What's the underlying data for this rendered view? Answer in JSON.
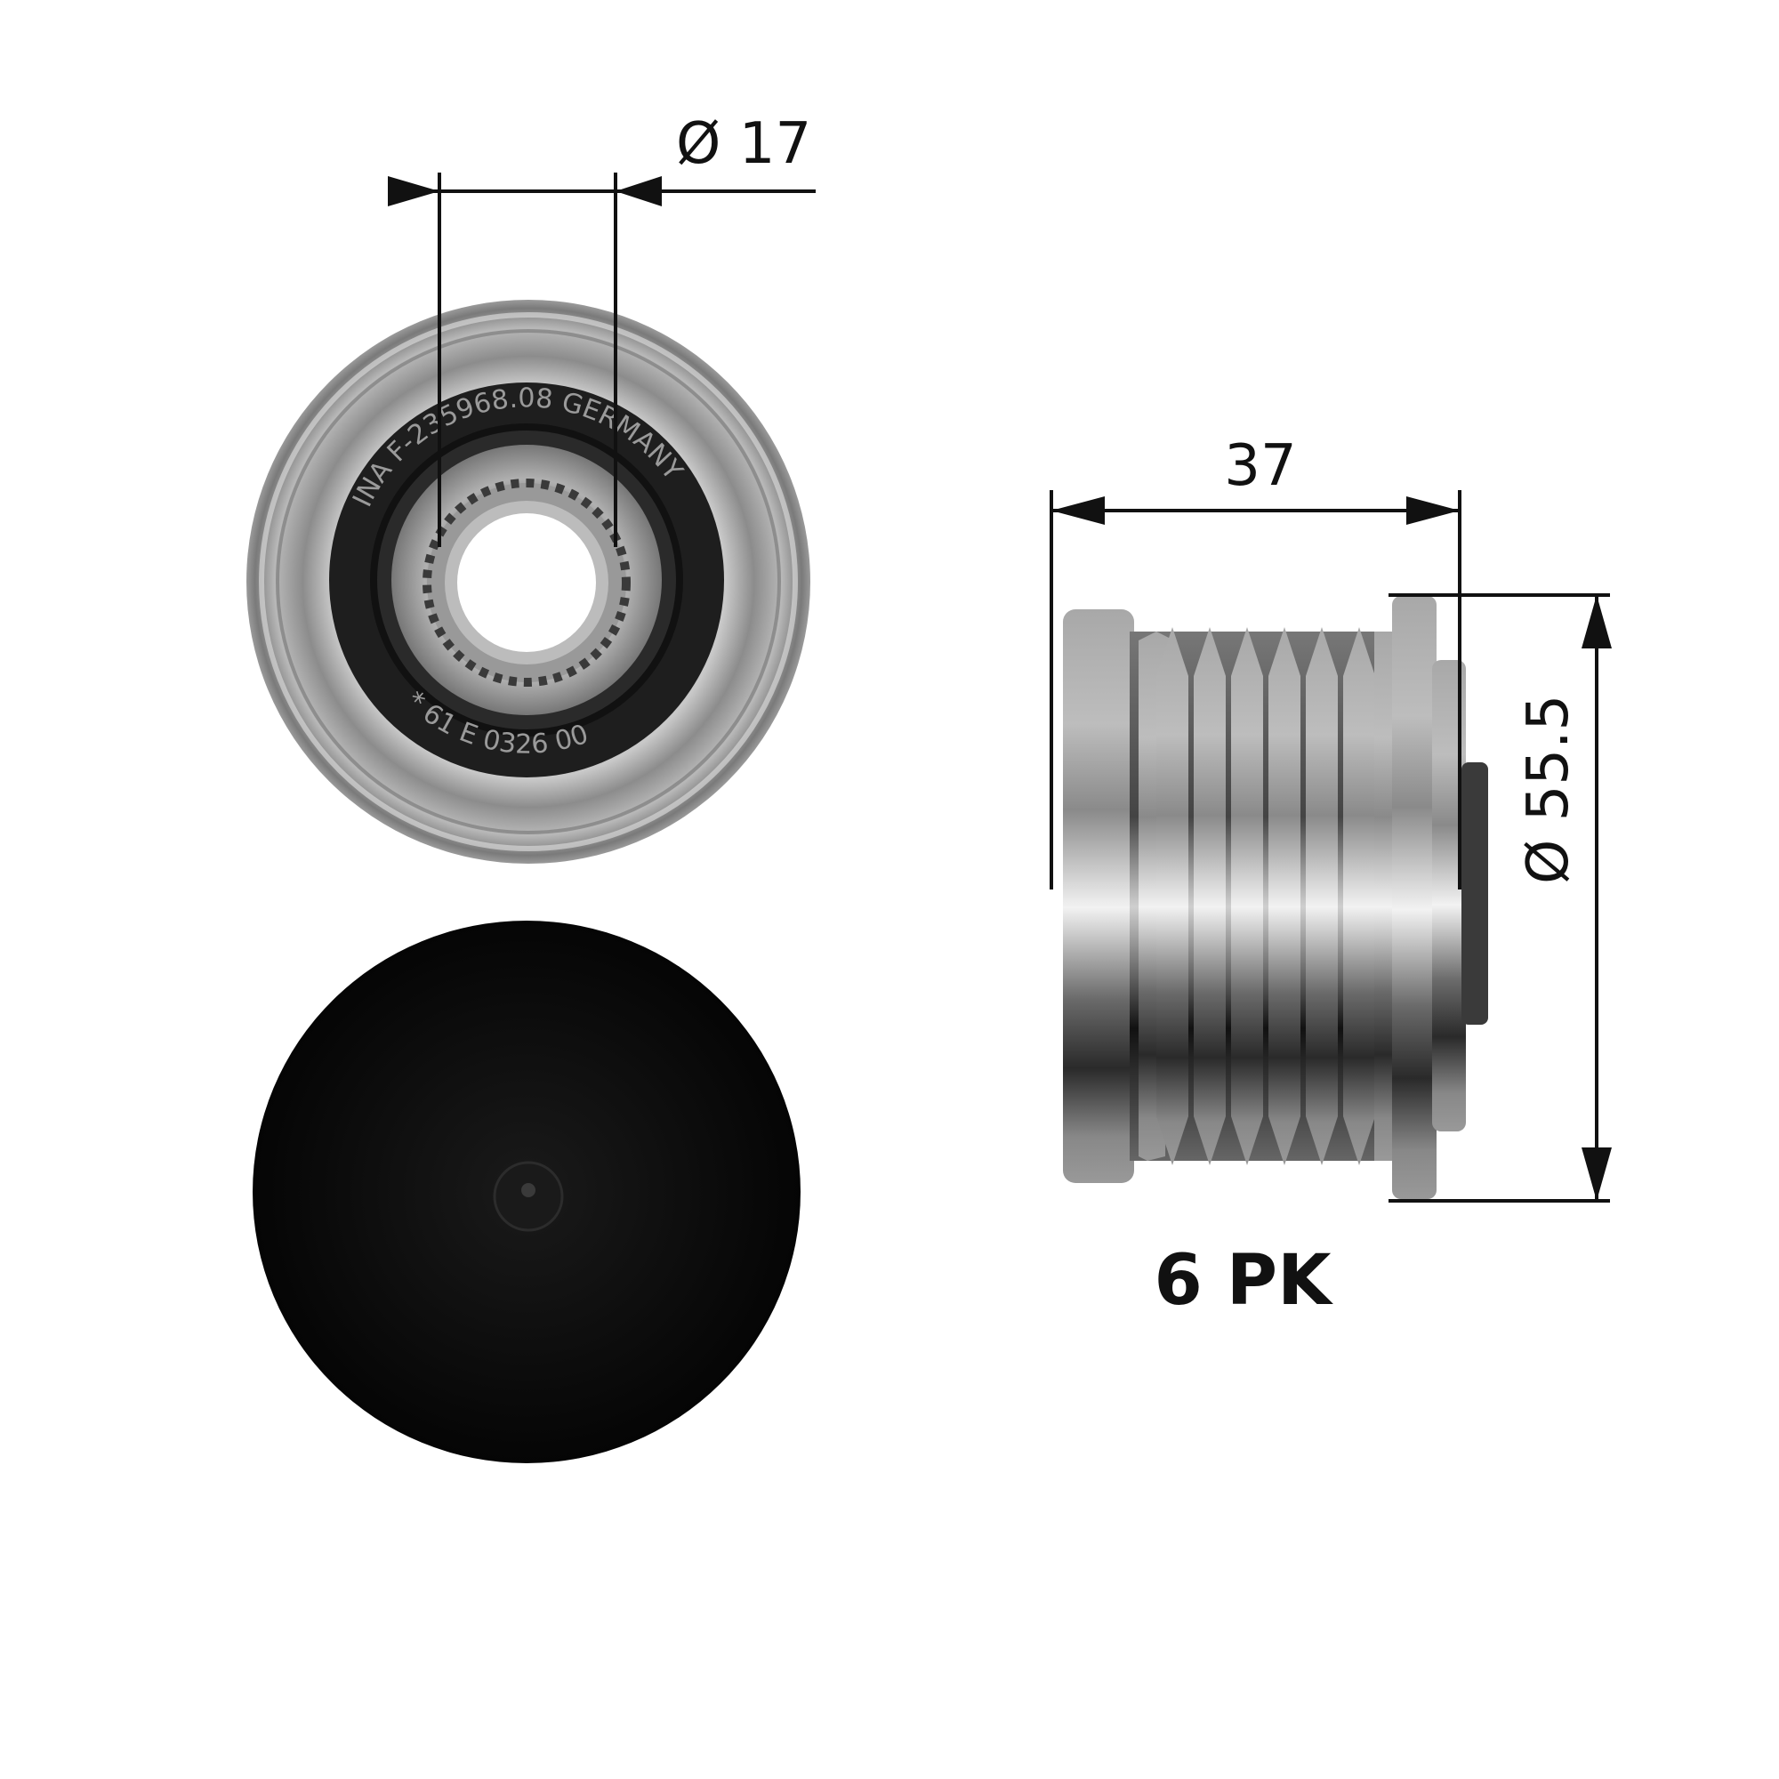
{
  "dimensions": {
    "bore_diameter": "Ø 17",
    "width": "37",
    "outer_diameter": "Ø 55.5",
    "belt_profile": "6 PK"
  },
  "part_markings": {
    "top_arc": "INA  F-235968.08 GERMANY",
    "bottom_arc": "* 61 E 0326 00"
  },
  "views": [
    "front-view",
    "protective-cap",
    "side-view"
  ],
  "colors": {
    "metal": "#9a9a9a",
    "seal": "#1c1c1c",
    "cap": "#0a0a0a",
    "line": "#111111"
  }
}
